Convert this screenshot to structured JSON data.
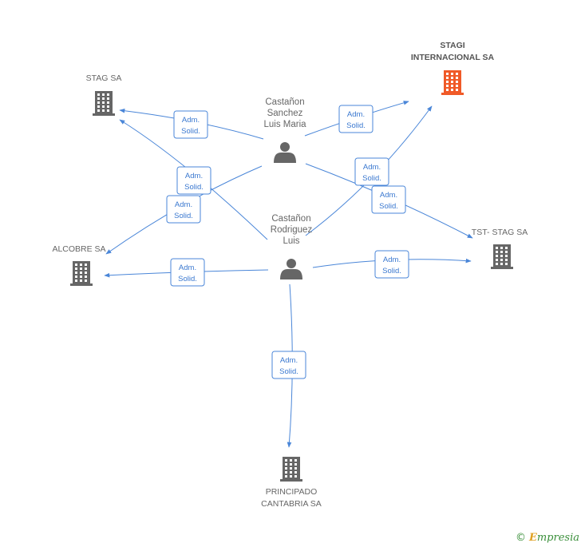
{
  "companies": [
    {
      "id": "stagi",
      "lines": [
        "STAGI",
        "INTERNACIONAL SA"
      ],
      "color": "#f05a28",
      "bold": true
    },
    {
      "id": "stag",
      "lines": [
        "STAG SA"
      ],
      "color": "#666666",
      "bold": false
    },
    {
      "id": "alcobre",
      "lines": [
        "ALCOBRE SA"
      ],
      "color": "#666666",
      "bold": false
    },
    {
      "id": "tst",
      "lines": [
        "TST- STAG SA"
      ],
      "color": "#666666",
      "bold": false
    },
    {
      "id": "principado",
      "lines": [
        "PRINCIPADO",
        "CANTABRIA SA"
      ],
      "color": "#666666",
      "bold": false
    }
  ],
  "persons": [
    {
      "id": "p1",
      "lines": [
        "Castañon",
        "Sanchez",
        "Luis Maria"
      ]
    },
    {
      "id": "p2",
      "lines": [
        "Castañon",
        "Rodriguez",
        "Luis"
      ]
    }
  ],
  "edges": [
    {
      "from": "p1",
      "to": "stag",
      "label": [
        "Adm.",
        "Solid."
      ]
    },
    {
      "from": "p1",
      "to": "stagi",
      "label": [
        "Adm.",
        "Solid."
      ]
    },
    {
      "from": "p1",
      "to": "alcobre",
      "label": [
        "Adm.",
        "Solid."
      ]
    },
    {
      "from": "p1",
      "to": "tst",
      "label": [
        "Adm.",
        "Solid."
      ]
    },
    {
      "from": "p2",
      "to": "stag",
      "label": [
        "Adm.",
        "Solid."
      ]
    },
    {
      "from": "p2",
      "to": "stagi",
      "label": [
        "Adm.",
        "Solid."
      ]
    },
    {
      "from": "p2",
      "to": "alcobre",
      "label": [
        "Adm.",
        "Solid."
      ]
    },
    {
      "from": "p2",
      "to": "tst",
      "label": [
        "Adm.",
        "Solid."
      ]
    },
    {
      "from": "p2",
      "to": "principado",
      "label": [
        "Adm.",
        "Solid."
      ]
    }
  ],
  "icons": {
    "company": "building-icon",
    "person": "person-icon"
  },
  "colors": {
    "edge": "#4a86d8",
    "highlight": "#f05a28",
    "neutral": "#666666"
  },
  "footer": {
    "copyright_symbol": "©",
    "brand_initial": "E",
    "brand_rest": "mpresia"
  }
}
